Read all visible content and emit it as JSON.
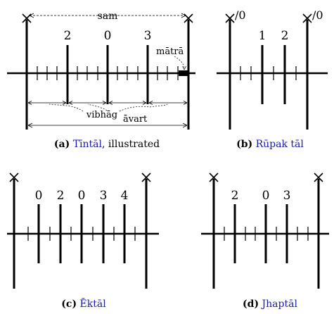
{
  "colors": {
    "ink": "#000000",
    "link": "#1a1aa6",
    "marker": "#000000"
  },
  "panel_a": {
    "tick_labels": [
      "2",
      "0",
      "3"
    ],
    "sam_label": "sam",
    "matra_label": "mātrā",
    "vibhag_label": "vibhāg",
    "avart_label": "āvart",
    "caption_prefix": "(a)",
    "caption_name": "Tīntāl",
    "caption_suffix": ", illustrated"
  },
  "panel_b": {
    "left_mark": "/0",
    "right_mark": "/0",
    "tick_labels": [
      "1",
      "2"
    ],
    "caption_prefix": "(b)",
    "caption_name": "Rūpak tāl"
  },
  "panel_c": {
    "tick_labels": [
      "0",
      "2",
      "0",
      "3",
      "4"
    ],
    "caption_prefix": "(c)",
    "caption_name": "Ēktāl"
  },
  "panel_d": {
    "tick_labels": [
      "2",
      "0",
      "3"
    ],
    "caption_prefix": "(d)",
    "caption_name": "Jhaptāl"
  }
}
